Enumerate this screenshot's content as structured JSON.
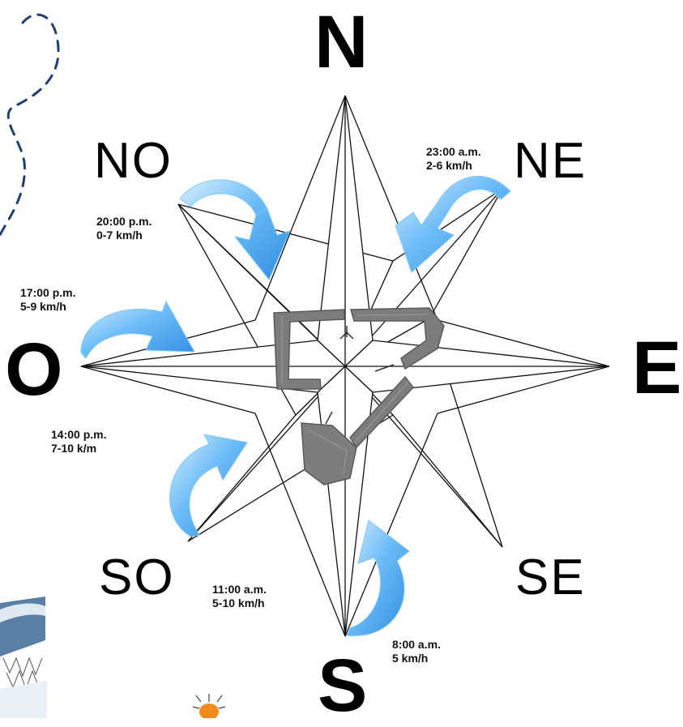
{
  "compass": {
    "cardinals": {
      "north": "N",
      "south": "S",
      "east": "E",
      "west": "O"
    },
    "intercardinals": {
      "northwest": "NO",
      "northeast": "NE",
      "southwest": "SO",
      "southeast": "SE"
    }
  },
  "wind_readings": [
    {
      "time": "23:00 a.m.",
      "speed": "2-6 km/h"
    },
    {
      "time": "20:00 p.m.",
      "speed": "0-7 km/h"
    },
    {
      "time": "17:00 p.m.",
      "speed": "5-9 km/h"
    },
    {
      "time": "14:00 p.m.",
      "speed": "7-10 k/m"
    },
    {
      "time": "11:00 a.m.",
      "speed": "5-10 km/h"
    },
    {
      "time": "8:00 a.m.",
      "speed": "5 km/h"
    }
  ],
  "colors": {
    "arrow_light": "#bfe6ff",
    "arrow_mid": "#5fb4f5",
    "arrow_dark": "#2a86dd",
    "building": "#7d7d7d",
    "dashed_path": "#1c3f78"
  }
}
